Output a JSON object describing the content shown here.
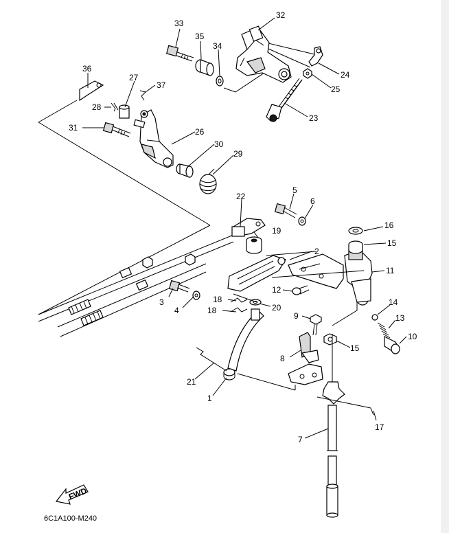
{
  "callouts": [
    {
      "n": "33"
    },
    {
      "n": "35"
    },
    {
      "n": "34"
    },
    {
      "n": "32"
    },
    {
      "n": "24"
    },
    {
      "n": "25"
    },
    {
      "n": "23"
    },
    {
      "n": "36"
    },
    {
      "n": "27"
    },
    {
      "n": "37"
    },
    {
      "n": "28"
    },
    {
      "n": "31"
    },
    {
      "n": "26"
    },
    {
      "n": "30"
    },
    {
      "n": "29"
    },
    {
      "n": "22"
    },
    {
      "n": "5"
    },
    {
      "n": "6"
    },
    {
      "n": "19"
    },
    {
      "n": "2"
    },
    {
      "n": "16"
    },
    {
      "n": "15"
    },
    {
      "n": "11"
    },
    {
      "n": "12"
    },
    {
      "n": "3"
    },
    {
      "n": "4"
    },
    {
      "n": "18"
    },
    {
      "n": "18"
    },
    {
      "n": "20"
    },
    {
      "n": "14"
    },
    {
      "n": "9"
    },
    {
      "n": "13"
    },
    {
      "n": "10"
    },
    {
      "n": "15"
    },
    {
      "n": "8"
    },
    {
      "n": "21"
    },
    {
      "n": "1"
    },
    {
      "n": "17"
    },
    {
      "n": "7"
    }
  ],
  "fwd_label": "FWD",
  "diagram_code": "6C1A100-M240",
  "colors": {
    "line": "#000000",
    "fill": "#ffffff",
    "shade": "#d8d8d8",
    "scrollbar": "#f0f0f0"
  }
}
